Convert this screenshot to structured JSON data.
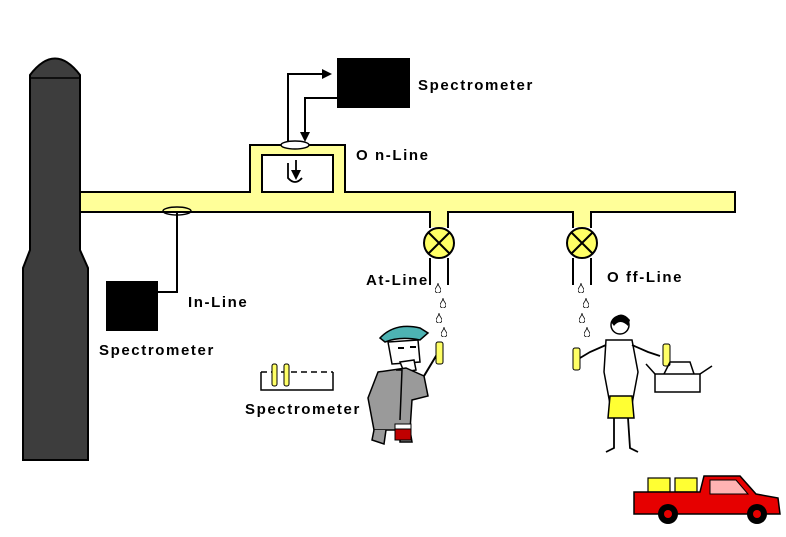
{
  "labels": {
    "online_spectrometer": "Spectrometer",
    "online": "O n-Line",
    "inline": "In-Line",
    "inline_spectrometer": "Spectrometer",
    "atline": "At-Line",
    "atline_spectrometer": "Spectrometer",
    "offline": "O ff-Line"
  },
  "colors": {
    "pipe": "#ffff99",
    "column": "#3d3d3d",
    "instrument": "#000000",
    "truck": "#e60000",
    "sample": "#ffff66"
  }
}
